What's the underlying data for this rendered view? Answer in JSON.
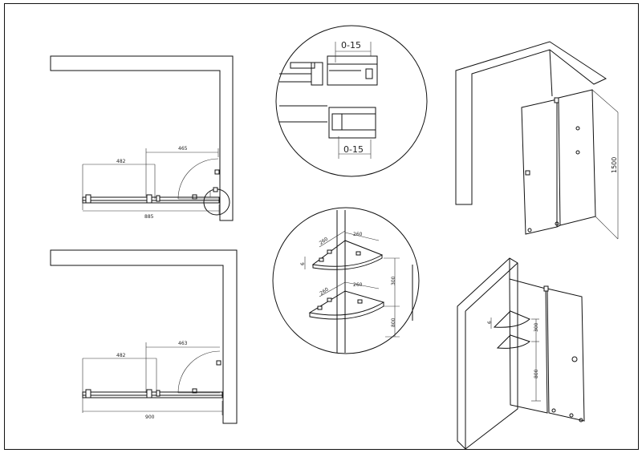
{
  "top_plan": {
    "left_width": "482",
    "door_width": "465",
    "total_width": "885"
  },
  "bottom_plan": {
    "left_width": "482",
    "door_width": "463",
    "total_width": "900"
  },
  "hinge_detail": {
    "gap_top": "0-15",
    "gap_bottom": "0-15"
  },
  "shelf_detail": {
    "shelf_top_left": "260",
    "shelf_top_right": "260",
    "shelf_bottom_left": "260",
    "shelf_bottom_right": "260",
    "thickness": "6",
    "spacing": "300",
    "height": "800"
  },
  "view_top": {
    "height": "1500"
  },
  "view_bottom": {
    "thickness": "6",
    "spacing": "300",
    "height": "800"
  }
}
